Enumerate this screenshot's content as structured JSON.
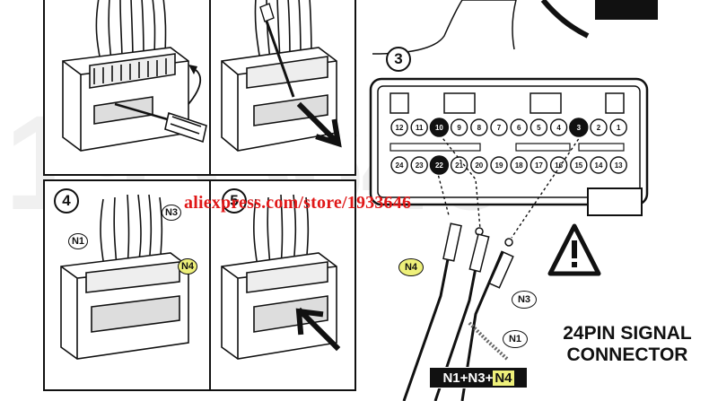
{
  "panels": {
    "step3_badge": "3",
    "step4_badge": "4",
    "step5_badge": "5"
  },
  "watermark": "aliexpress.com/store/1933646",
  "background_number": "1933646",
  "connector": {
    "top_row": [
      "12",
      "11",
      "10",
      "9",
      "8",
      "7",
      "6",
      "5",
      "4",
      "3",
      "2",
      "1"
    ],
    "bottom_row": [
      "24",
      "23",
      "22",
      "21",
      "20",
      "19",
      "18",
      "17",
      "16",
      "15",
      "14",
      "13"
    ],
    "highlighted_pins": [
      "10",
      "3",
      "22"
    ]
  },
  "wire_labels": {
    "n1": "N1",
    "n3": "N3",
    "n4": "N4"
  },
  "caption": {
    "line1": "24PIN SIGNAL",
    "line2": "CONNECTOR"
  },
  "combination": {
    "prefix": "N1+N3+",
    "n4": "N4"
  },
  "colors": {
    "highlight": "#eef07a",
    "watermark": "#e01818",
    "line": "#111111"
  },
  "icons": [
    "screwdriver-icon",
    "curved-arrow-icon",
    "push-arrow-icon",
    "warning-icon"
  ]
}
